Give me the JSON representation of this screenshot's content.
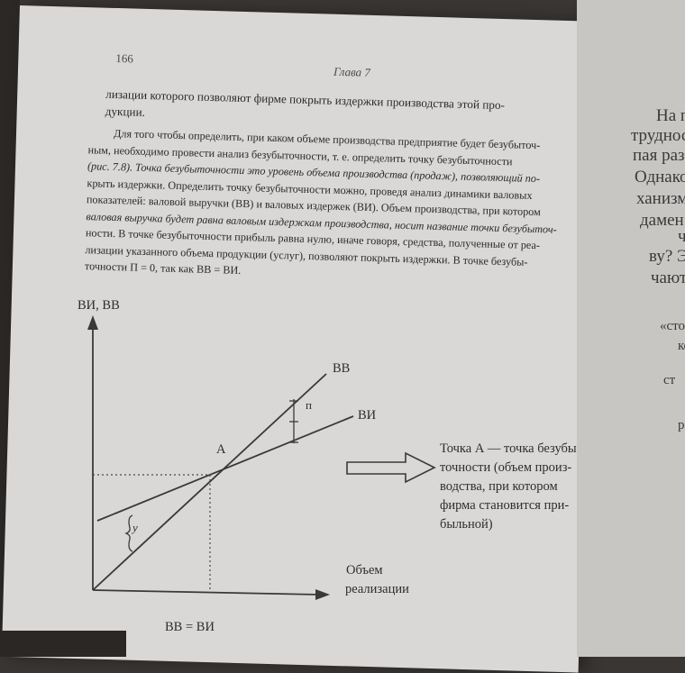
{
  "header": {
    "page_number": "166",
    "chapter": "Глава 7"
  },
  "paragraph1": [
    "лизации которого позволяют фирме покрыть издержки производства этой про-",
    "дукции."
  ],
  "paragraph2": [
    "Для того чтобы определить, при каком объеме производства предприятие будет безубыточ-",
    "ным, необходимо провести анализ безубыточности, т. е. определить точку безубыточности",
    "(рис. 7.8). Точка безубыточности это уровень объема производства (продаж), позволяющий по-",
    "крыть издержки. Определить точку безубыточности можно, проведя анализ динамики валовых",
    "показателей: валовой выручки (ВВ) и валовых издержек (ВИ). Объем производства, при котором",
    "валовая выручка будет равна валовым издержкам производства, носит название точки безубыточ-",
    "ности. В точке безубыточности прибыль равна нулю, иначе говоря, средства, полученные от реа-",
    "лизации указанного объема продукции (услуг), позволяют покрыть издержки. В точке безубы-",
    "точности П = 0, так как ВВ = ВИ."
  ],
  "figure": {
    "y_axis_label": "ВИ, ВВ",
    "line_vv_label": "ВВ",
    "line_vi_label": "ВИ",
    "point_label": "A",
    "profit_label": "п",
    "loss_label": "у",
    "x_axis_label_1": "Объем",
    "x_axis_label_2": "реализации",
    "bottom_label": "ВВ = ВИ",
    "callout": [
      "Точка А — точка безубы-",
      "точности (объем произ-",
      "водства, при котором",
      "фирма становится при-",
      "быльной)"
    ]
  },
  "right_page": [
    "На п",
    "трудност",
    "пая раз",
    "Однако",
    "ханизм",
    "дамен",
    "ч",
    "ву? Э",
    "чают",
    "«сто",
    "кон",
    "ст",
    "р"
  ]
}
